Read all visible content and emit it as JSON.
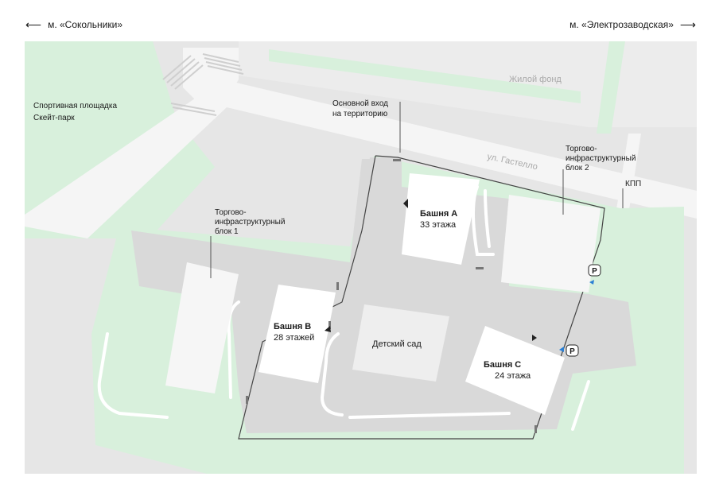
{
  "directions": {
    "left_label": "м. «Сокольники»",
    "right_label": "м. «Электрозаводская»"
  },
  "labels": {
    "sport_line1": "Спортивная площадка",
    "sport_line2": "Скейт-парк",
    "main_entrance_line1": "Основной вход",
    "main_entrance_line2": "на территорию",
    "residential": "Жилой фонд",
    "street": "ул. Гастелло",
    "trade2_line1": "Торгово-",
    "trade2_line2": "инфраструктурный",
    "trade2_line3": "блок 2",
    "checkpoint": "КПП",
    "trade1_line1": "Торгово-",
    "trade1_line2": "инфраструктурный",
    "trade1_line3": "блок 1",
    "kindergarten": "Детский сад"
  },
  "towers": [
    {
      "name": "Башня А",
      "floors": "33 этажа"
    },
    {
      "name": "Башня В",
      "floors": "28 этажей"
    },
    {
      "name": "Башня С",
      "floors": "24 этажа"
    }
  ],
  "parking_symbol": "P",
  "colors": {
    "background": "#ffffff",
    "map_base": "#e6e6e6",
    "road": "#f4f4f4",
    "green": "#d8f0dc",
    "building": "#ffffff",
    "path": "#cccccc",
    "accent": "#2a7fd4"
  }
}
